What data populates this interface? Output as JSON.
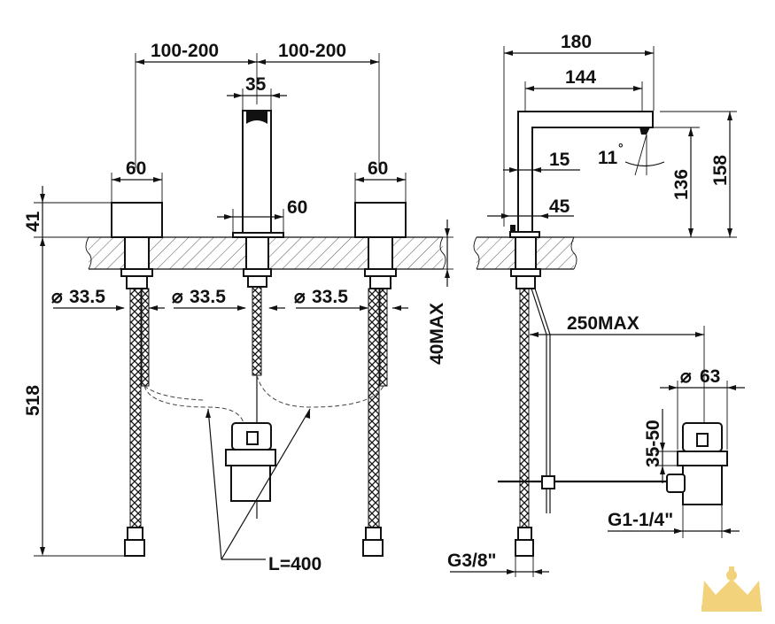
{
  "dimensions": {
    "spacing_left": "100-200",
    "spacing_right": "100-200",
    "spout_width": "35",
    "handle_width_left": "60",
    "handle_width_right": "60",
    "spout_base_width": "60",
    "handle_height": "41",
    "hose_length": "518",
    "hole_dia_left": "33.5",
    "hole_dia_mid": "33.5",
    "hole_dia_right": "33.5",
    "deck_thickness": "40MAX",
    "cable_length": "L=400",
    "spout_depth": "180",
    "spout_reach": "144",
    "spout_thickness": "15",
    "spout_angle": "11",
    "base_dim_side": "45",
    "outlet_height": "136",
    "total_height": "158",
    "waste_reach": "250MAX",
    "waste_dia": "63",
    "waste_thickness": "35-50",
    "waste_thread": "G1-1/4\"",
    "hose_thread": "G3/8\""
  },
  "symbols": {
    "diameter": "⌀",
    "degree": "°"
  },
  "logo": {
    "name": "crown-logo",
    "color": "#f2d27a"
  }
}
